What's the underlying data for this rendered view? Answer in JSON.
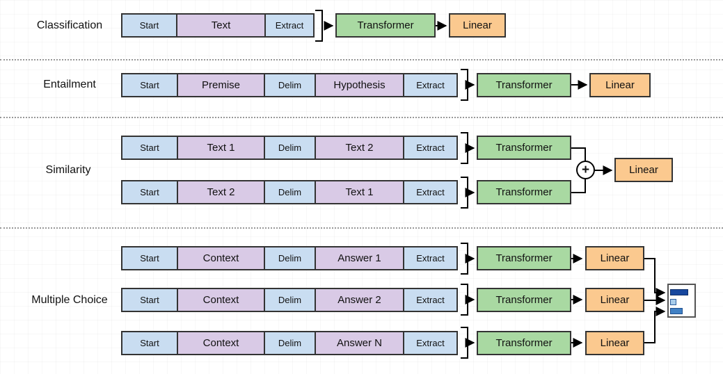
{
  "sections": {
    "classification": {
      "label": "Classification",
      "rows": [
        [
          "Start",
          "Text",
          "Extract"
        ]
      ],
      "transformer": "Transformer",
      "linear": "Linear"
    },
    "entailment": {
      "label": "Entailment",
      "rows": [
        [
          "Start",
          "Premise",
          "Delim",
          "Hypothesis",
          "Extract"
        ]
      ],
      "transformer": "Transformer",
      "linear": "Linear"
    },
    "similarity": {
      "label": "Similarity",
      "rows": [
        [
          "Start",
          "Text 1",
          "Delim",
          "Text 2",
          "Extract"
        ],
        [
          "Start",
          "Text 2",
          "Delim",
          "Text 1",
          "Extract"
        ]
      ],
      "transformer": "Transformer",
      "aggregator": "+",
      "linear": "Linear"
    },
    "multiple_choice": {
      "label": "Multiple Choice",
      "rows": [
        [
          "Start",
          "Context",
          "Delim",
          "Answer 1",
          "Extract"
        ],
        [
          "Start",
          "Context",
          "Delim",
          "Answer 2",
          "Extract"
        ],
        [
          "Start",
          "Context",
          "Delim",
          "Answer N",
          "Extract"
        ]
      ],
      "transformer": "Transformer",
      "linear": "Linear"
    }
  },
  "colors": {
    "token_blue": "#C9DDF1",
    "token_purple": "#D9CAE6",
    "transformer_green": "#A9D9A2",
    "linear_orange": "#FBC98F",
    "score_bar_dark": "#17479E",
    "score_bar_light": "#A8CCEA",
    "score_bar_medium": "#4080C4"
  }
}
